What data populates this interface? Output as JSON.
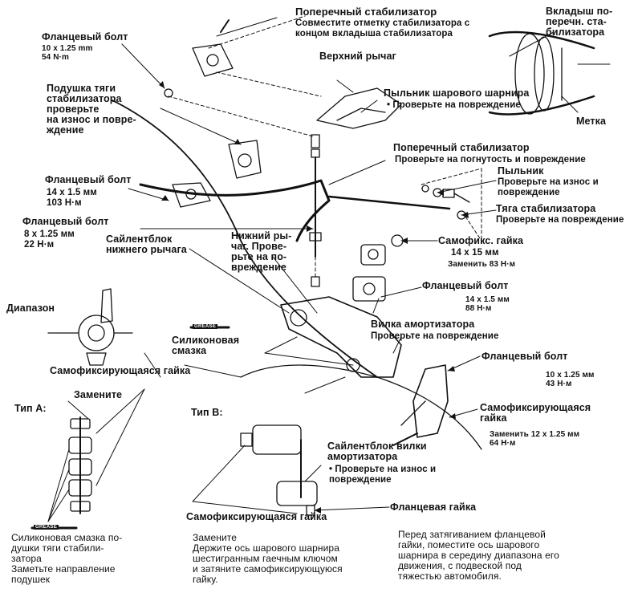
{
  "labels": {
    "stab_top_title": "Поперечный стабилизатор",
    "stab_top_desc": "Совместите отметку стабилизатора с\nконцом вкладыша стабилизатора",
    "bushing_stab": "Вкладыш по-\nперечн. ста-\nбилизатора",
    "flange_bolt_1": "Фланцевый болт",
    "flange_bolt_1_spec": "10 x 1.25 mm\n54 N·m",
    "upper_arm": "Верхний рычаг",
    "ball_boot_title": "Пыльник шарового шарнира",
    "ball_boot_desc": "• Проверьте на повреждение",
    "mark": "Метка",
    "link_cushion": "Подушка тяги\nстабилизатора\nпроверьте\nна износ и повре-\nждение",
    "stab_mid_title": "Поперечный стабилизатор",
    "stab_mid_desc": "Проверьте на погнутость и повреждение",
    "boot_title": "Пыльник",
    "boot_desc": "Проверьте на износ и\nповреждение",
    "flange_bolt_2": "Фланцевый болт",
    "flange_bolt_2_spec": "14 x 1.5 мм\n103 Н·м",
    "stab_link_title": "Тяга стабилизатора",
    "stab_link_desc": "Проверьте на повреждение",
    "flange_bolt_3": "Фланцевый болт",
    "flange_bolt_3_spec": "8 x 1.25 мм\n22 Н·м",
    "lower_arm": "Нижний ры-\nчаг. Прове-\nрьте на по-\nвреждение",
    "lower_bushing": "Сайлентблок\nнижнего рычага",
    "self_nut_1": "Самофикс. гайка",
    "self_nut_1_spec": "14 x 15 мм",
    "self_nut_1_torque": "Заменить 83 Н·м",
    "flange_bolt_4": "Фланцевый болт",
    "flange_bolt_4_spec": "14 x 1.5 мм\n88 Н·м",
    "range": "Диапазон",
    "fork_title": "Вилка амортизатора",
    "fork_desc": "Проверьте на повреждение",
    "silicone_grease": "Силиконовая\nсмазка",
    "flange_bolt_5": "Фланцевый болт",
    "flange_bolt_5_spec": "10 x 1.25 мм\n43 Н·м",
    "self_nut_caption": "Самофиксирующаяся гайка",
    "replace": "Замените",
    "type_a": "Тип А:",
    "type_b": "Тип В:",
    "self_nut_2": "Самофиксирующаяся\nгайка",
    "self_nut_2_spec": "Заменить 12 x 1.25 мм\n64 Н·м",
    "fork_bushing_title": "Сайлентблок вилки\nамортизатора",
    "fork_bushing_desc": "• Проверьте на износ и\nповреждение",
    "flange_nut": "Фланцевая гайка",
    "self_nut_3": "Самофиксирующаяся гайка",
    "bottom_left": "Силиконовая смазка по-\nдушки тяги стабили-\nзатора\nЗаметьте направление\nподушек",
    "bottom_mid": "Замените\nДержите ось шарового шарнира\nшестигранным гаечным ключом\nи затяните самофиксирующуюся\nгайку.",
    "bottom_right": "Перед затягиванием фланцевой\nгайки, поместите ось шарового\nшарнира в середину диапазона его\nдвижения, с подвеской под\nтяжестью автомобиля.",
    "grease_tag": "GREASE"
  }
}
